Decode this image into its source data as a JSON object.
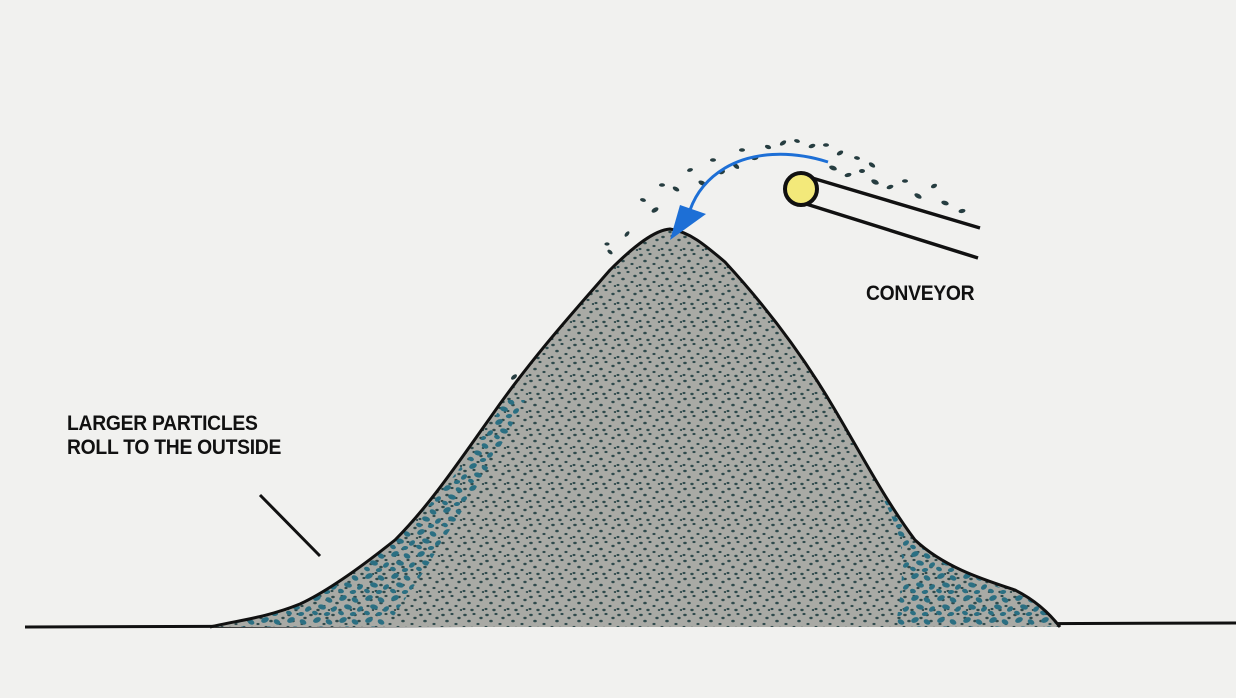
{
  "diagram": {
    "conveyor_label": "CONVEYOR",
    "larger_particles_line1": "LARGER PARTICLES",
    "larger_particles_line2": "ROLL TO THE OUTSIDE",
    "colors": {
      "background": "#f1f1ef",
      "pile_fill": "#a9aaa5",
      "fine_particles": "#2f4a4c",
      "coarse_particles": "#2b6f82",
      "arrow": "#1d6fd6",
      "roller": "#f3e97a",
      "outline": "#111111"
    }
  }
}
